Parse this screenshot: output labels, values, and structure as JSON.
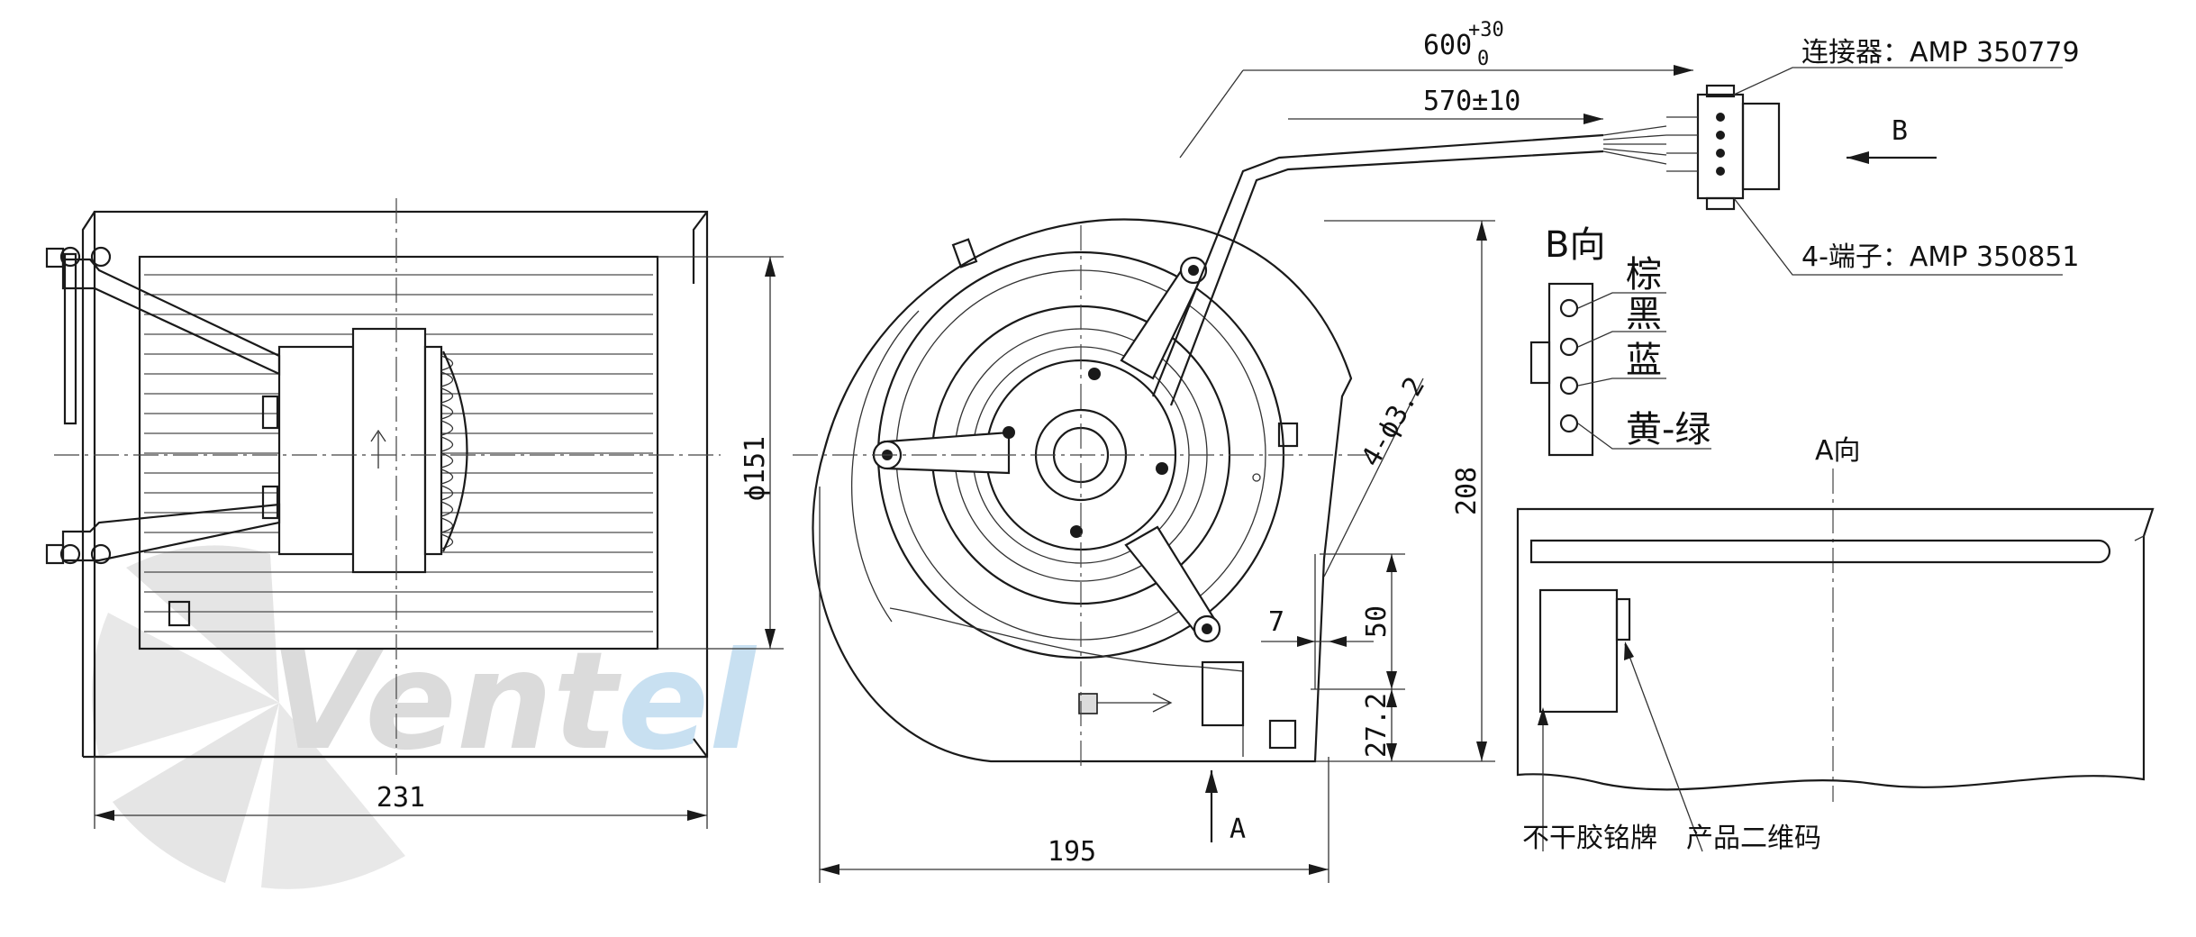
{
  "dimensions": {
    "front_width": "231",
    "front_diameter": "ϕ151",
    "side_width": "195",
    "side_height": "208",
    "side_offset_50": "50",
    "side_offset_27": "27.2",
    "side_offset_7": "7",
    "holes": "4-ϕ3.2",
    "cable_long": "600",
    "cable_long_upper": "+30",
    "cable_long_lower": "0",
    "cable_short": "570±10"
  },
  "labels": {
    "connector": "连接器：AMP 350779",
    "terminal": "4-端子：AMP 350851",
    "view_b_arrow": "B",
    "view_b_title": "B向",
    "view_a_arrow": "A",
    "view_a_title": "A向",
    "nameplate": "不干胶铭牌",
    "qr_code": "产品二维码"
  },
  "wires": [
    "棕",
    "黑",
    "蓝",
    "黄-绿"
  ],
  "watermark": {
    "text_dark": "Vent",
    "text_light": "el",
    "color_dark": "#bdbdbd",
    "color_light": "#9cc6e6"
  }
}
